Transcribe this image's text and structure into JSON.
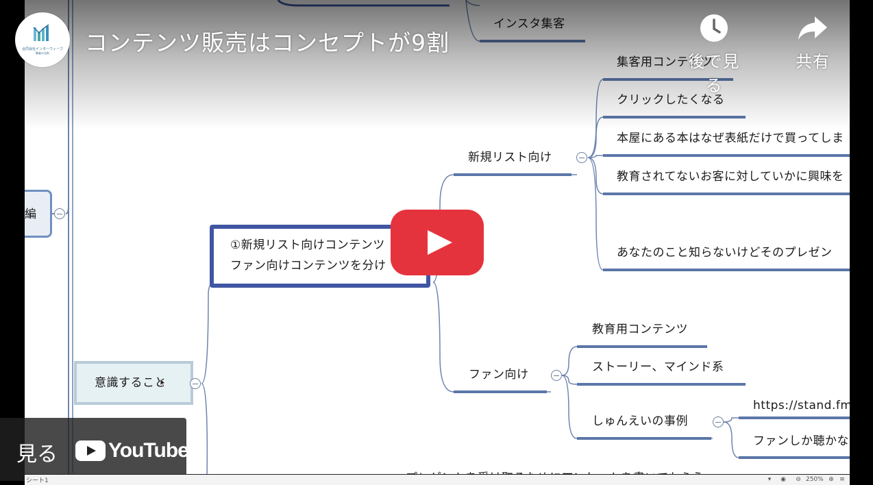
{
  "video": {
    "title": "コンテンツ販売はコンセプトが9割",
    "channel": {
      "logo_text": "合同会社インターウィーブ",
      "logo_subtext": "勝者の法則"
    },
    "actions": {
      "watch_later": "後で見る",
      "share": "共有"
    },
    "watch_on": "見る",
    "youtube_wordmark": "YouTube"
  },
  "mindmap": {
    "top_node": "インスタ集客",
    "root_partial": "編",
    "ishiki": "意識すること",
    "selected_node": {
      "line1": "①新規リスト向けコンテンツ",
      "line2": "ファン向けコンテンツを分け"
    },
    "shinki": {
      "label": "新規リスト向け",
      "children": [
        "集客用コンテンツ",
        "クリックしたくなる",
        "本屋にある本はなぜ表紙だけで買ってしま",
        "教育されてないお客に対していかに興味を",
        "あなたのこと知らないけどそのプレゼン"
      ]
    },
    "fan": {
      "label": "ファン向け",
      "children": [
        "教育用コンテンツ",
        "ストーリー、マインド系",
        "しゅんえいの事例"
      ],
      "jirei_children": [
        "https://stand.fm",
        "ファンしか聴かな"
      ]
    },
    "bottom_partial": "プレゼントを受け取るためにアンケートを書いてもらう"
  },
  "statusbar": {
    "sheet": "シート1",
    "zoom": "250%"
  },
  "colors": {
    "branch": "#6b84ad",
    "underline": "#5b76a8",
    "selected_border": "#4056a3",
    "play_red": "#e5333d"
  }
}
